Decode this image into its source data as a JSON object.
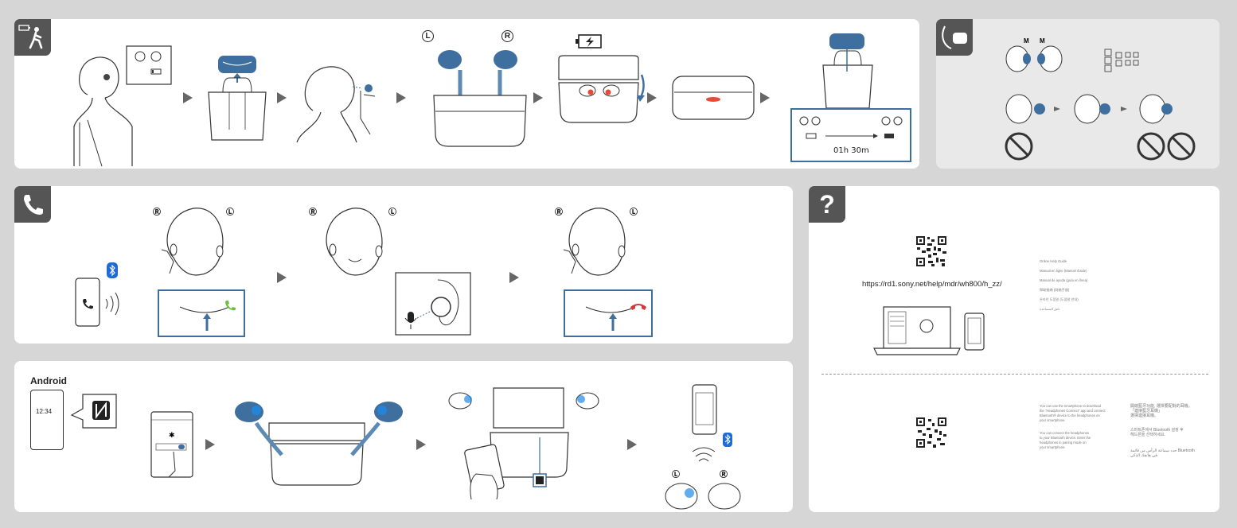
{
  "charging_panel": {
    "duration": "01h 30m"
  },
  "pairing_panel": {
    "platform_label": "Android",
    "phone_time": "12:34",
    "circle_left": "L",
    "circle_right": "R"
  },
  "help_panel": {
    "badge": "?",
    "url": "https://rd1.sony.net/help/mdr/wh800/h_zz/",
    "guide_lines": [
      "Online Help Guide",
      "Manual en ligne (Manuel d'aide)",
      "Manual de ayuda (guía en línea)",
      "帮助指南 (网络手册)",
      "온라인 도움말 (도움말 안내)",
      "دليل المساعدة"
    ],
    "app_text_en": [
      "You can use the smartphone to download",
      "the \"Headphones Connect\" app and connect",
      "Bluetooth® device to the headphones on",
      "your smartphone.",
      "You can connect the headphones",
      "to your Bluetooth device. Enter the",
      "headphones in pairing mode on",
      "your smartphone."
    ],
    "app_text_cjk": [
      "開啟藍牙功能, 選擇要配對的耳機。",
      "「連接藍牙耳機」",
      "選擇連接耳機。",
      "스마트폰에서 Bluetooth 설정 후",
      "헤드폰을 선택하세요.",
      "حدد سماعة الرأس من قائمة Bluetooth",
      "في هاتفك الذكي."
    ]
  },
  "colors": {
    "accent_blue": "#3f6f9e",
    "panel_white": "#ffffff",
    "badge_grey": "#555555",
    "call_green": "#6bbf3a",
    "hangup_red": "#d23a3a",
    "led_red": "#e84a3a",
    "bluetooth_blue": "#1e6bd6"
  },
  "icons": {
    "charge_walk": "battery-walking-icon",
    "call": "phone-handset-icon",
    "earpiece_fit": "ear-fit-icon",
    "help": "question-icon",
    "nfc": "nfc-icon",
    "bluetooth": "bluetooth-icon",
    "mic": "microphone-icon"
  }
}
